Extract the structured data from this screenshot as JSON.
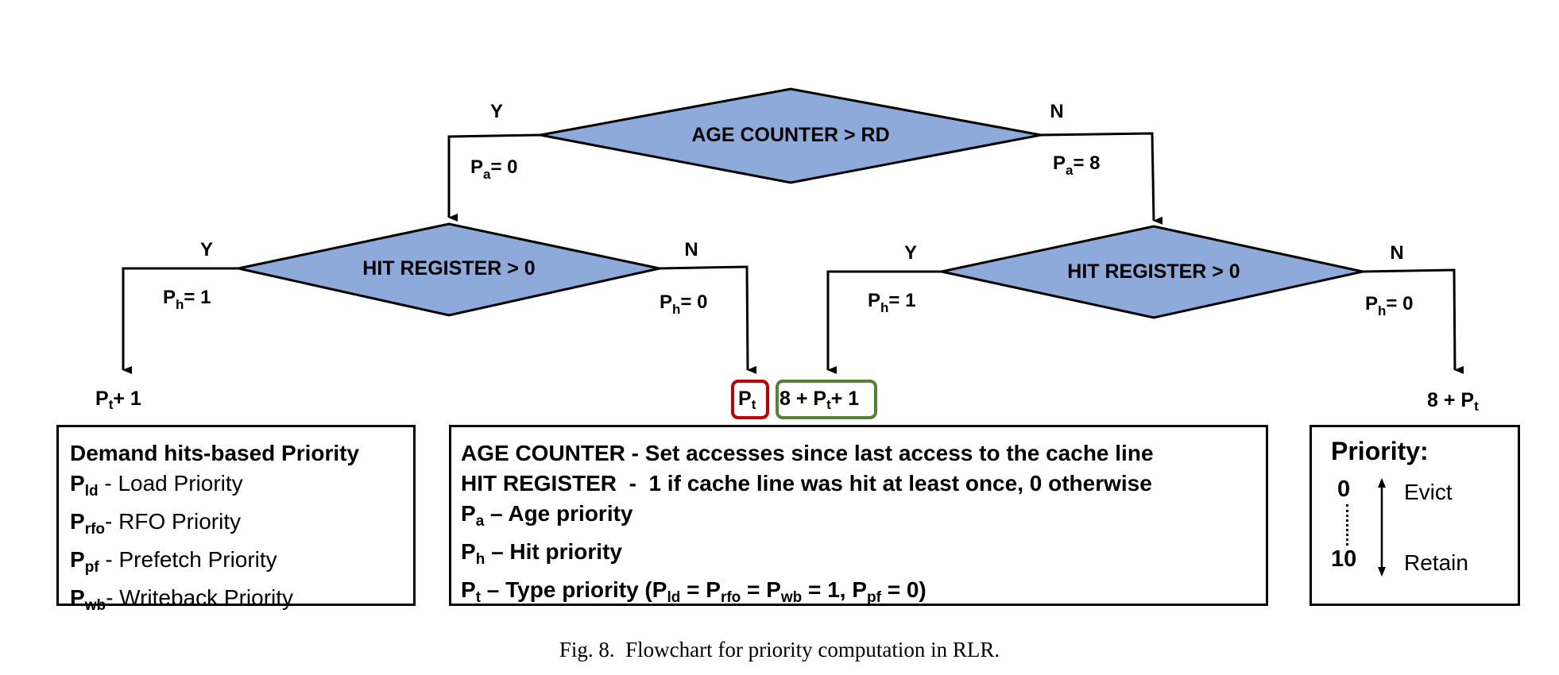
{
  "colors": {
    "diamond_fill": "#8eaadb",
    "stroke": "#000000",
    "highlight_red": "#c00000",
    "highlight_green": "#548235"
  },
  "decisions": {
    "top": {
      "condition": "AGE COUNTER > RD",
      "yes_label": "Y",
      "no_label": "N",
      "yes_assign": {
        "var": "P",
        "sub": "a",
        "value": "= 0"
      },
      "no_assign": {
        "var": "P",
        "sub": "a",
        "value": "= 8"
      }
    },
    "left": {
      "condition": "HIT REGISTER > 0",
      "yes_label": "Y",
      "no_label": "N",
      "yes_assign": {
        "var": "P",
        "sub": "h",
        "value": "= 1"
      },
      "no_assign": {
        "var": "P",
        "sub": "h",
        "value": "= 0"
      }
    },
    "right": {
      "condition": "HIT REGISTER > 0",
      "yes_label": "Y",
      "no_label": "N",
      "yes_assign": {
        "var": "P",
        "sub": "h",
        "value": "= 1"
      },
      "no_assign": {
        "var": "P",
        "sub": "h",
        "value": "= 0"
      }
    }
  },
  "results": {
    "r1": {
      "pre": "",
      "var": "P",
      "sub": "t",
      "post": "+ 1"
    },
    "r2": {
      "pre": "",
      "var": "P",
      "sub": "t",
      "post": ""
    },
    "r3": {
      "pre": "8 + ",
      "var": "P",
      "sub": "t",
      "post": "+ 1"
    },
    "r4": {
      "pre": "8 + ",
      "var": "P",
      "sub": "t",
      "post": ""
    }
  },
  "legend_left": {
    "title": "Demand hits-based Priority",
    "items": [
      {
        "var": "P",
        "sub": "ld",
        "desc": " - Load Priority"
      },
      {
        "var": "P",
        "sub": "rfo",
        "desc": "- RFO Priority"
      },
      {
        "var": "P",
        "sub": "pf",
        "desc": " - Prefetch Priority"
      },
      {
        "var": "P",
        "sub": "wb",
        "desc": "- Writeback Priority"
      }
    ]
  },
  "legend_middle": {
    "line1": {
      "term": "AGE COUNTER",
      "desc": " - Set accesses since last access to the cache line"
    },
    "line2": {
      "term": "HIT REGISTER",
      "desc": "  -  1 if cache line was hit at least once, 0 otherwise"
    },
    "line3": {
      "var": "P",
      "sub": "a",
      "desc": " – Age priority"
    },
    "line4": {
      "var": "P",
      "sub": "h",
      "desc": " – Hit priority"
    },
    "line5": {
      "var": "P",
      "sub": "t",
      "desc": " – Type priority (",
      "eq": [
        {
          "var": "P",
          "sub": "ld",
          "tail": " = "
        },
        {
          "var": "P",
          "sub": "rfo",
          "tail": " = "
        },
        {
          "var": "P",
          "sub": "wb",
          "tail": " = 1, "
        },
        {
          "var": "P",
          "sub": "pf",
          "tail": " = 0)"
        }
      ]
    }
  },
  "legend_right": {
    "title": "Priority:",
    "low_value": "0",
    "high_value": "10",
    "low_label": "Evict",
    "high_label": "Retain"
  },
  "caption": "Fig. 8.  Flowchart for priority computation in RLR."
}
